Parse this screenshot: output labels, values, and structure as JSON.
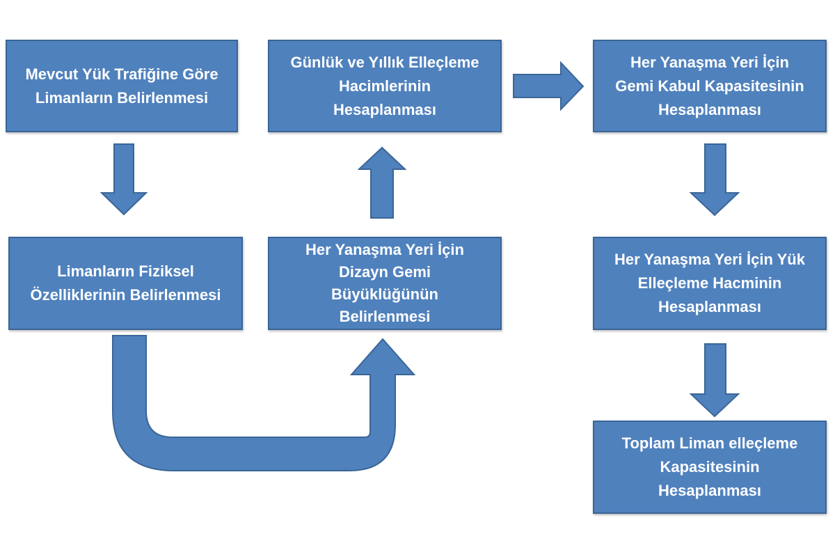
{
  "diagram": {
    "colors": {
      "box_fill": "#4f81bd",
      "box_border": "#3a6596",
      "text": "#ffffff"
    },
    "boxes": [
      {
        "id": "step1",
        "label": "Mevcut Yük Trafiğine Göre\nLimanların Belirlenmesi"
      },
      {
        "id": "step2",
        "label": "Limanların Fiziksel\nÖzelliklerinin Belirlenmesi"
      },
      {
        "id": "step3",
        "label": "Her Yanaşma Yeri İçin\nDizayn Gemi\nBüyüklüğünün\nBelirlenmesi"
      },
      {
        "id": "step4",
        "label": "Günlük ve Yıllık Elleçleme\nHacimlerinin\nHesaplanması"
      },
      {
        "id": "step5",
        "label": "Her Yanaşma Yeri İçin\nGemi  Kabul Kapasitesinin\nHesaplanması"
      },
      {
        "id": "step6",
        "label": "Her Yanaşma Yeri İçin Yük\nElleçleme Hacminin\nHesaplanması"
      },
      {
        "id": "step7",
        "label": "Toplam Liman elleçleme\nKapasitesinin\nHesaplanması"
      }
    ],
    "connections": [
      {
        "from": "step1",
        "to": "step2",
        "direction": "down"
      },
      {
        "from": "step2",
        "to": "step3",
        "direction": "u-turn"
      },
      {
        "from": "step3",
        "to": "step4",
        "direction": "up"
      },
      {
        "from": "step4",
        "to": "step5",
        "direction": "right"
      },
      {
        "from": "step5",
        "to": "step6",
        "direction": "down"
      },
      {
        "from": "step6",
        "to": "step7",
        "direction": "down"
      }
    ]
  }
}
